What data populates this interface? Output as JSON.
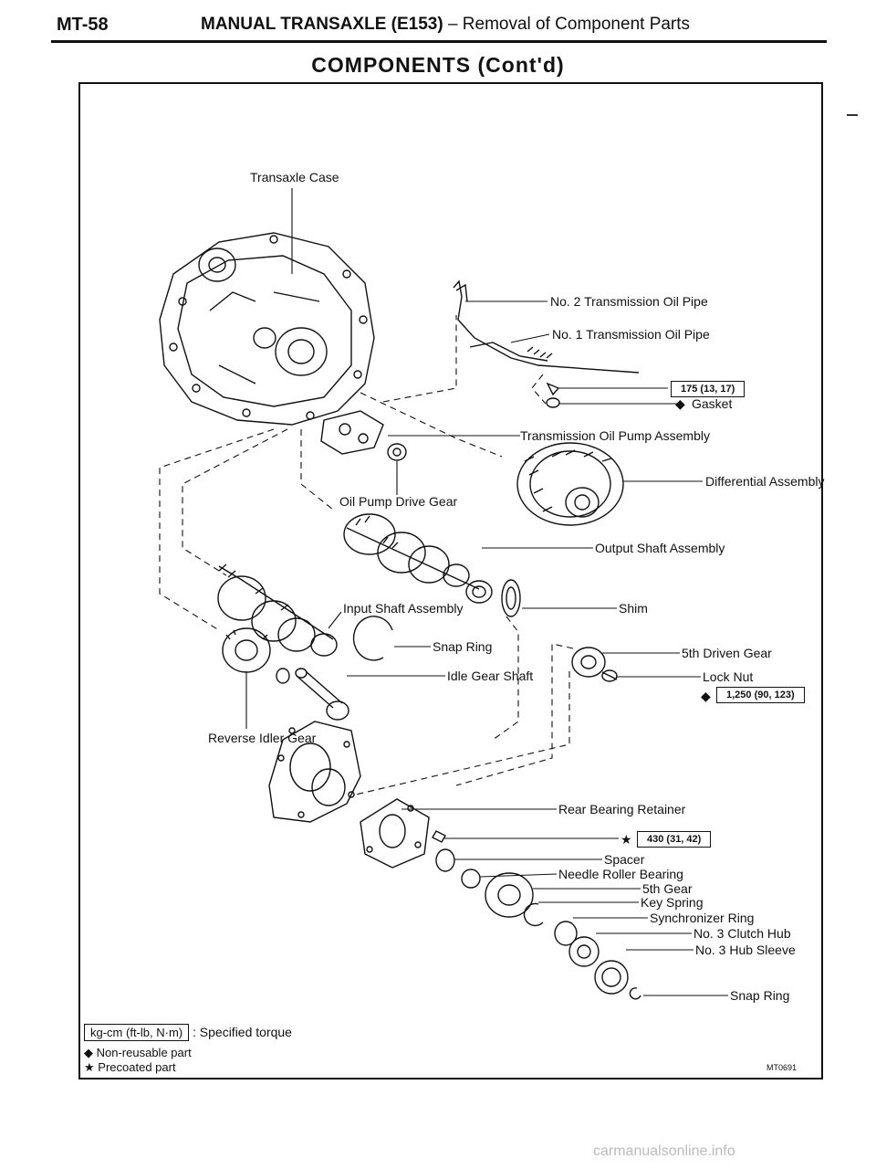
{
  "header": {
    "page_code": "MT-58",
    "title_bold": "MANUAL TRANSAXLE (E153)",
    "title_sub": " – Removal of Component Parts"
  },
  "content_title": "COMPONENTS (Cont'd)",
  "labels": {
    "transaxle_case": "Transaxle Case",
    "no2_pipe": "No. 2 Transmission Oil Pipe",
    "no1_pipe": "No. 1 Transmission Oil Pipe",
    "gasket": "Gasket",
    "pump_assembly": "Transmission Oil Pump Assembly",
    "differential": "Differential Assembly",
    "drive_gear": "Oil Pump Drive Gear",
    "output_shaft": "Output Shaft Assembly",
    "input_shaft": "Input Shaft Assembly",
    "shim": "Shim",
    "snap_ring1": "Snap Ring",
    "driven_gear": "5th Driven Gear",
    "idle_shaft": "Idle Gear Shaft",
    "lock_nut": "Lock Nut",
    "reverse_idler": "Reverse Idler Gear",
    "rear_retainer": "Rear Bearing Retainer",
    "spacer": "Spacer",
    "needle_bearing": "Needle Roller Bearing",
    "fifth_gear": "5th Gear",
    "key_spring": "Key Spring",
    "sync_ring": "Synchronizer Ring",
    "clutch_hub": "No. 3 Clutch Hub",
    "hub_sleeve": "No. 3 Hub Sleeve",
    "snap_ring2": "Snap Ring"
  },
  "torques": {
    "pipe_bolt": "175 (13, 17)",
    "lock_nut": "1,250 (90, 123)",
    "retainer_bolt": "430 (31, 42)"
  },
  "symbols": {
    "non_reusable": "◆",
    "precoated": "★"
  },
  "legend": {
    "unit_box": "kg-cm (ft-lb, N·m)",
    "unit_text": ": Specified torque",
    "non_reusable": "Non-reusable part",
    "precoated": "Precoated part"
  },
  "figure_code": "MT0691",
  "footer": "carmanualsonline.info"
}
